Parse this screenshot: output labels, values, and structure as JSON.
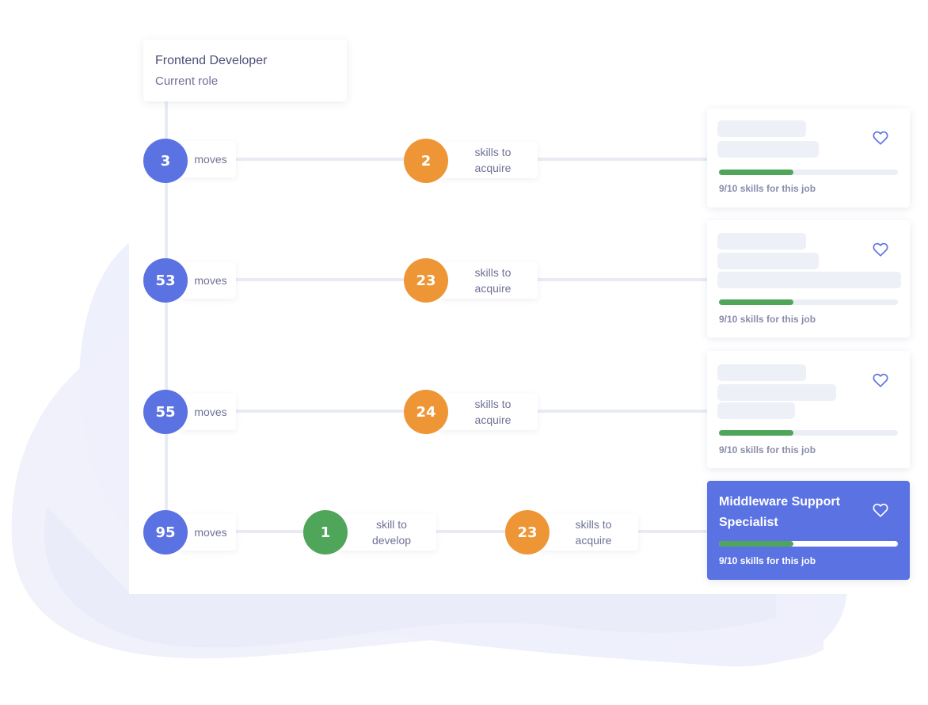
{
  "current_role": {
    "title": "Frontend Developer",
    "subtitle": "Current role"
  },
  "colors": {
    "moves": "#5b72e3",
    "acquire": "#ee9636",
    "develop": "#4fa65a",
    "highlight_card": "#5b72e3",
    "progress": "#4fa65a"
  },
  "paths": [
    {
      "moves_count": "3",
      "moves_label": "moves",
      "acquire_count": "2",
      "acquire_label_1": "skills to",
      "acquire_label_2": "acquire",
      "card": {
        "caption": "9/10 skills for this job",
        "progress": 0.9,
        "icon": "heart-outline-icon"
      }
    },
    {
      "moves_count": "53",
      "moves_label": "moves",
      "acquire_count": "23",
      "acquire_label_1": "skills to",
      "acquire_label_2": "acquire",
      "card": {
        "caption": "9/10 skills for this job",
        "progress": 0.9,
        "icon": "heart-outline-icon"
      }
    },
    {
      "moves_count": "55",
      "moves_label": "moves",
      "acquire_count": "24",
      "acquire_label_1": "skills to",
      "acquire_label_2": "acquire",
      "card": {
        "caption": "9/10 skills for this job",
        "progress": 0.9,
        "icon": "heart-outline-icon"
      }
    },
    {
      "moves_count": "95",
      "moves_label": "moves",
      "develop_count": "1",
      "develop_label_1": "skill to",
      "develop_label_2": "develop",
      "acquire_count": "23",
      "acquire_label_1": "skills to",
      "acquire_label_2": "acquire",
      "card": {
        "title_1": "Middleware Support",
        "title_2": "Specialist",
        "caption": "9/10 skills for this job",
        "progress": 0.9,
        "icon": "heart-outline-icon"
      }
    }
  ]
}
